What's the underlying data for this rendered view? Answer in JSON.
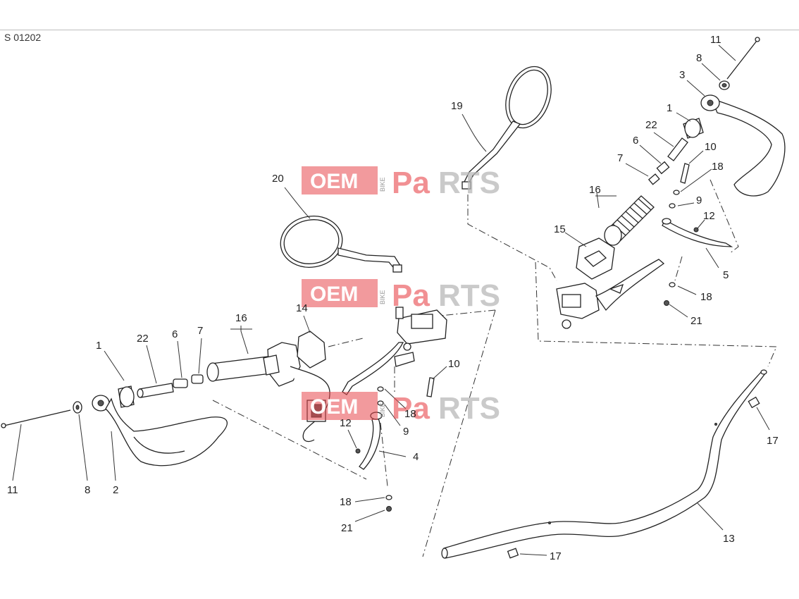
{
  "diagram_code": "S    01202",
  "watermark": {
    "oem": "OEM",
    "bike": "BIKE",
    "pa": "Pa",
    "rts": "RTS"
  },
  "callouts": [
    "11",
    "8",
    "3",
    "1",
    "22",
    "6",
    "7",
    "10",
    "18",
    "16",
    "9",
    "12",
    "15",
    "5",
    "18",
    "21",
    "19",
    "20",
    "14",
    "16",
    "1",
    "22",
    "6",
    "7",
    "10",
    "18",
    "9",
    "12",
    "4",
    "18",
    "21",
    "11",
    "8",
    "2",
    "17",
    "13",
    "17"
  ]
}
